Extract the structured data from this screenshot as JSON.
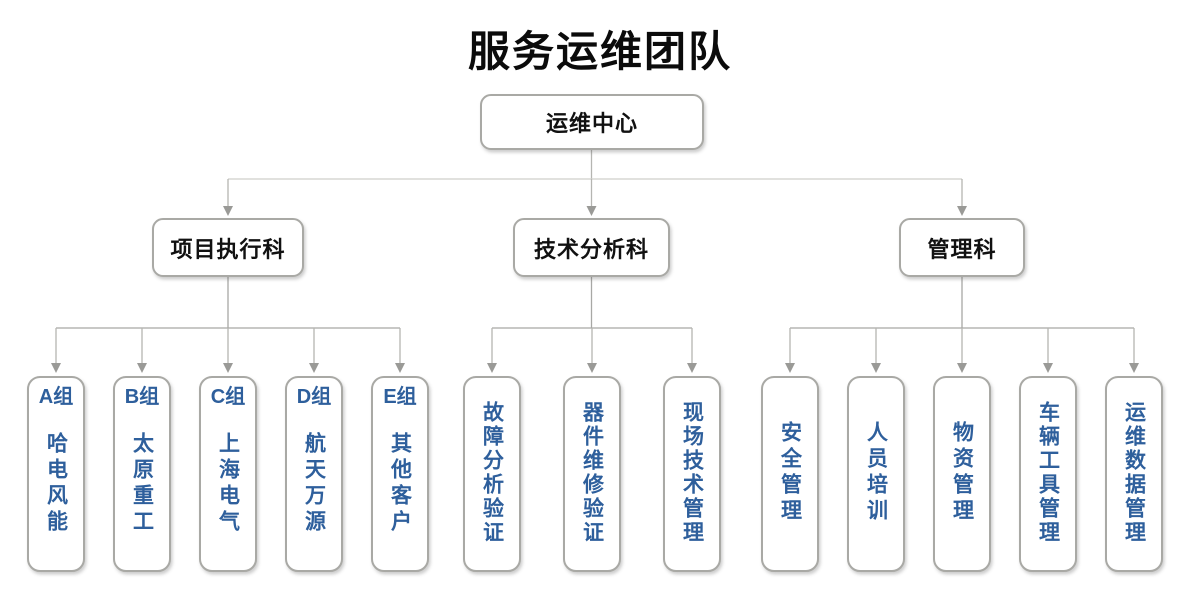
{
  "title": "服务运维团队",
  "root": {
    "label": "运维中心"
  },
  "departments": [
    {
      "label": "项目执行科",
      "children": [
        {
          "group": "A组",
          "name": "哈电风能"
        },
        {
          "group": "B组",
          "name": "太原重工"
        },
        {
          "group": "C组",
          "name": "上海电气"
        },
        {
          "group": "D组",
          "name": "航天万源"
        },
        {
          "group": "E组",
          "name": "其他客户"
        }
      ]
    },
    {
      "label": "技术分析科",
      "children": [
        {
          "name": "故障分析验证"
        },
        {
          "name": "器件维修验证"
        },
        {
          "name": "现场技术管理"
        }
      ]
    },
    {
      "label": "管理科",
      "children": [
        {
          "name": "安全管理"
        },
        {
          "name": "人员培训"
        },
        {
          "name": "物资管理"
        },
        {
          "name": "车辆工具管理"
        },
        {
          "name": "运维数据管理"
        }
      ]
    }
  ],
  "colors": {
    "leaf_text": "#2e5f9c",
    "node_border": "#a9a9a5",
    "bus_line_light": "#cfcfca",
    "bus_line": "#a8a8a5",
    "arrowhead": "#9a9a97",
    "title_text": "#0b0b0b"
  }
}
